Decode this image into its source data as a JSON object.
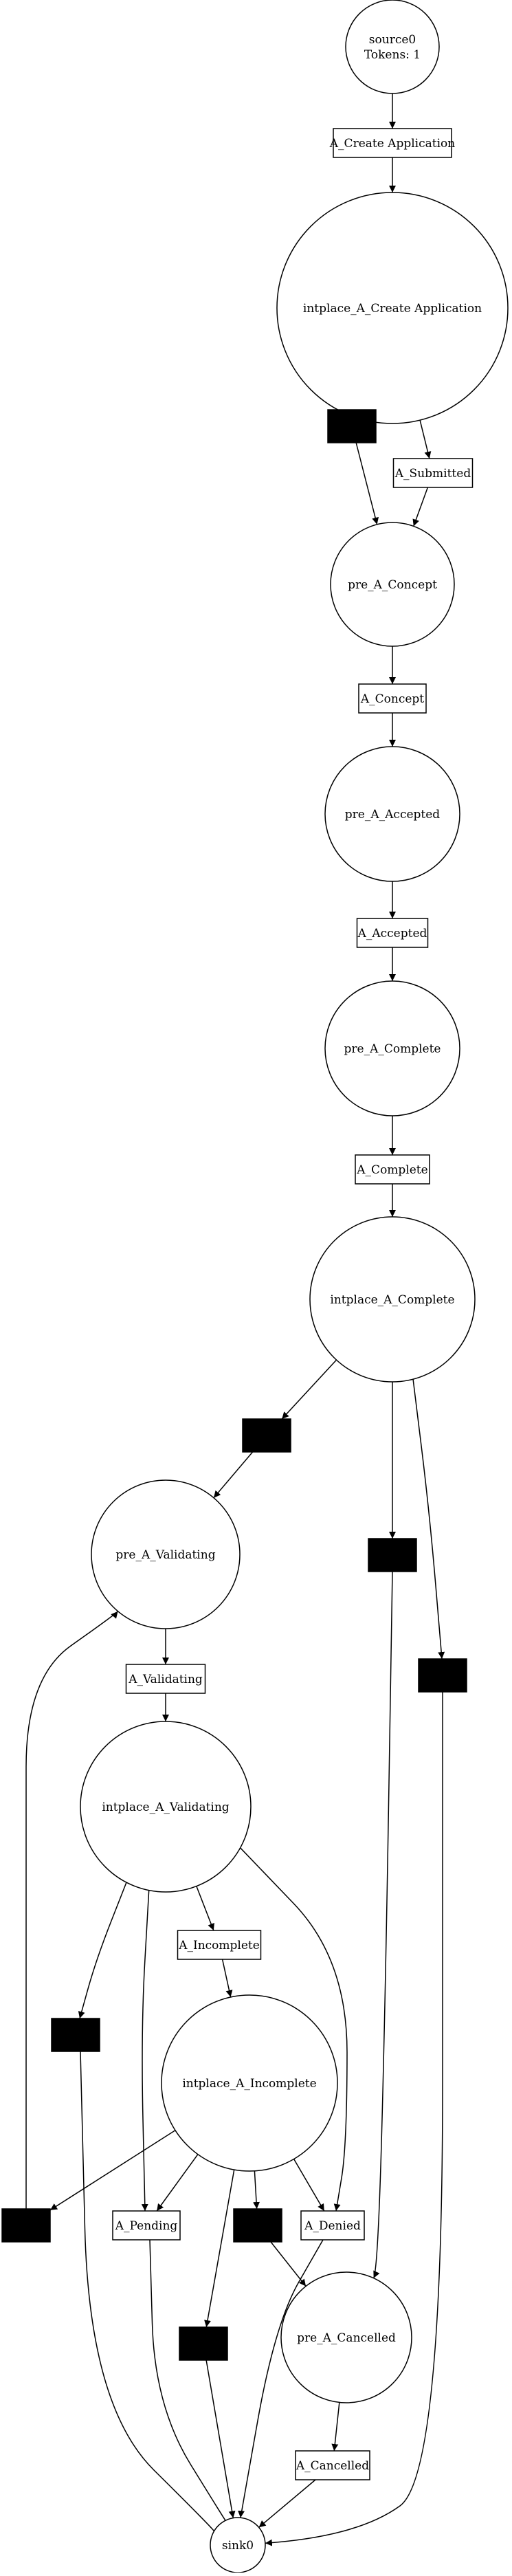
{
  "places": [
    {
      "id": "source0",
      "lines": [
        "source0",
        "Tokens: 1"
      ]
    },
    {
      "id": "intplace_A_Create_Application",
      "lines": [
        "intplace_A_Create Application"
      ]
    },
    {
      "id": "pre_A_Concept",
      "lines": [
        "pre_A_Concept"
      ]
    },
    {
      "id": "pre_A_Accepted",
      "lines": [
        "pre_A_Accepted"
      ]
    },
    {
      "id": "pre_A_Complete",
      "lines": [
        "pre_A_Complete"
      ]
    },
    {
      "id": "intplace_A_Complete",
      "lines": [
        "intplace_A_Complete"
      ]
    },
    {
      "id": "pre_A_Validating",
      "lines": [
        "pre_A_Validating"
      ]
    },
    {
      "id": "intplace_A_Validating",
      "lines": [
        "intplace_A_Validating"
      ]
    },
    {
      "id": "intplace_A_Incomplete",
      "lines": [
        "intplace_A_Incomplete"
      ]
    },
    {
      "id": "pre_A_Cancelled",
      "lines": [
        "pre_A_Cancelled"
      ]
    },
    {
      "id": "sink0",
      "lines": [
        "sink0"
      ]
    }
  ],
  "transitions": [
    {
      "id": "A_Create_Application",
      "label": "A_Create Application"
    },
    {
      "id": "tau_1",
      "label": ""
    },
    {
      "id": "A_Submitted",
      "label": "A_Submitted"
    },
    {
      "id": "A_Concept",
      "label": "A_Concept"
    },
    {
      "id": "A_Accepted",
      "label": "A_Accepted"
    },
    {
      "id": "A_Complete",
      "label": "A_Complete"
    },
    {
      "id": "tau_2",
      "label": ""
    },
    {
      "id": "tau_3",
      "label": ""
    },
    {
      "id": "tau_4",
      "label": ""
    },
    {
      "id": "A_Validating",
      "label": "A_Validating"
    },
    {
      "id": "A_Incomplete",
      "label": "A_Incomplete"
    },
    {
      "id": "tau_5",
      "label": ""
    },
    {
      "id": "tau_6",
      "label": ""
    },
    {
      "id": "A_Pending",
      "label": "A_Pending"
    },
    {
      "id": "tau_7",
      "label": ""
    },
    {
      "id": "A_Denied",
      "label": "A_Denied"
    },
    {
      "id": "tau_8",
      "label": ""
    },
    {
      "id": "A_Cancelled",
      "label": "A_Cancelled"
    }
  ],
  "arcs": [
    [
      "source0",
      "A_Create_Application"
    ],
    [
      "A_Create_Application",
      "intplace_A_Create_Application"
    ],
    [
      "intplace_A_Create_Application",
      "tau_1"
    ],
    [
      "intplace_A_Create_Application",
      "A_Submitted"
    ],
    [
      "tau_1",
      "pre_A_Concept"
    ],
    [
      "A_Submitted",
      "pre_A_Concept"
    ],
    [
      "pre_A_Concept",
      "A_Concept"
    ],
    [
      "A_Concept",
      "pre_A_Accepted"
    ],
    [
      "pre_A_Accepted",
      "A_Accepted"
    ],
    [
      "A_Accepted",
      "pre_A_Complete"
    ],
    [
      "pre_A_Complete",
      "A_Complete"
    ],
    [
      "A_Complete",
      "intplace_A_Complete"
    ],
    [
      "intplace_A_Complete",
      "tau_2"
    ],
    [
      "intplace_A_Complete",
      "tau_3"
    ],
    [
      "intplace_A_Complete",
      "tau_4"
    ],
    [
      "tau_2",
      "pre_A_Validating"
    ],
    [
      "tau_3",
      "pre_A_Cancelled"
    ],
    [
      "tau_4",
      "sink0"
    ],
    [
      "pre_A_Validating",
      "A_Validating"
    ],
    [
      "A_Validating",
      "intplace_A_Validating"
    ],
    [
      "intplace_A_Validating",
      "tau_5"
    ],
    [
      "intplace_A_Validating",
      "A_Pending"
    ],
    [
      "intplace_A_Validating",
      "A_Incomplete"
    ],
    [
      "intplace_A_Validating",
      "A_Denied"
    ],
    [
      "A_Incomplete",
      "intplace_A_Incomplete"
    ],
    [
      "intplace_A_Incomplete",
      "tau_6"
    ],
    [
      "intplace_A_Incomplete",
      "A_Pending"
    ],
    [
      "intplace_A_Incomplete",
      "tau_7"
    ],
    [
      "intplace_A_Incomplete",
      "tau_8"
    ],
    [
      "intplace_A_Incomplete",
      "A_Denied"
    ],
    [
      "tau_6",
      "pre_A_Validating"
    ],
    [
      "tau_5",
      "sink0"
    ],
    [
      "A_Pending",
      "sink0"
    ],
    [
      "tau_8",
      "sink0"
    ],
    [
      "A_Denied",
      "sink0"
    ],
    [
      "tau_7",
      "pre_A_Cancelled"
    ],
    [
      "pre_A_Cancelled",
      "A_Cancelled"
    ],
    [
      "A_Cancelled",
      "sink0"
    ]
  ]
}
